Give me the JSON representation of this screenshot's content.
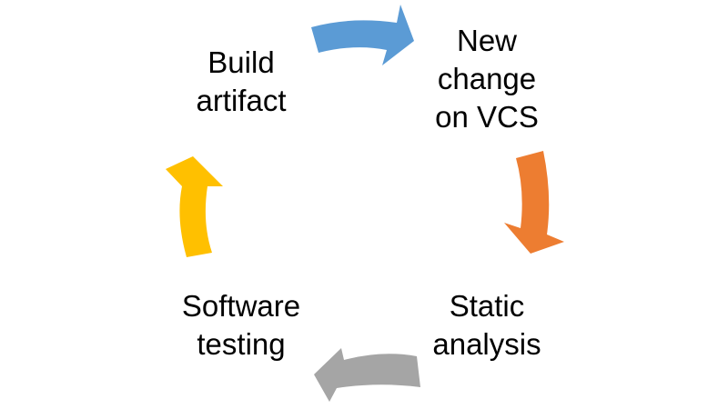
{
  "steps": [
    {
      "lines": [
        "New",
        "change",
        "on VCS"
      ]
    },
    {
      "lines": [
        "Static",
        "analysis"
      ]
    },
    {
      "lines": [
        "Software",
        "testing"
      ]
    },
    {
      "lines": [
        "Build",
        "artifact"
      ]
    }
  ],
  "colors": {
    "blue": "#5B9BD5",
    "orange": "#ED7D31",
    "gray": "#A5A5A5",
    "yellow": "#FFC000"
  }
}
